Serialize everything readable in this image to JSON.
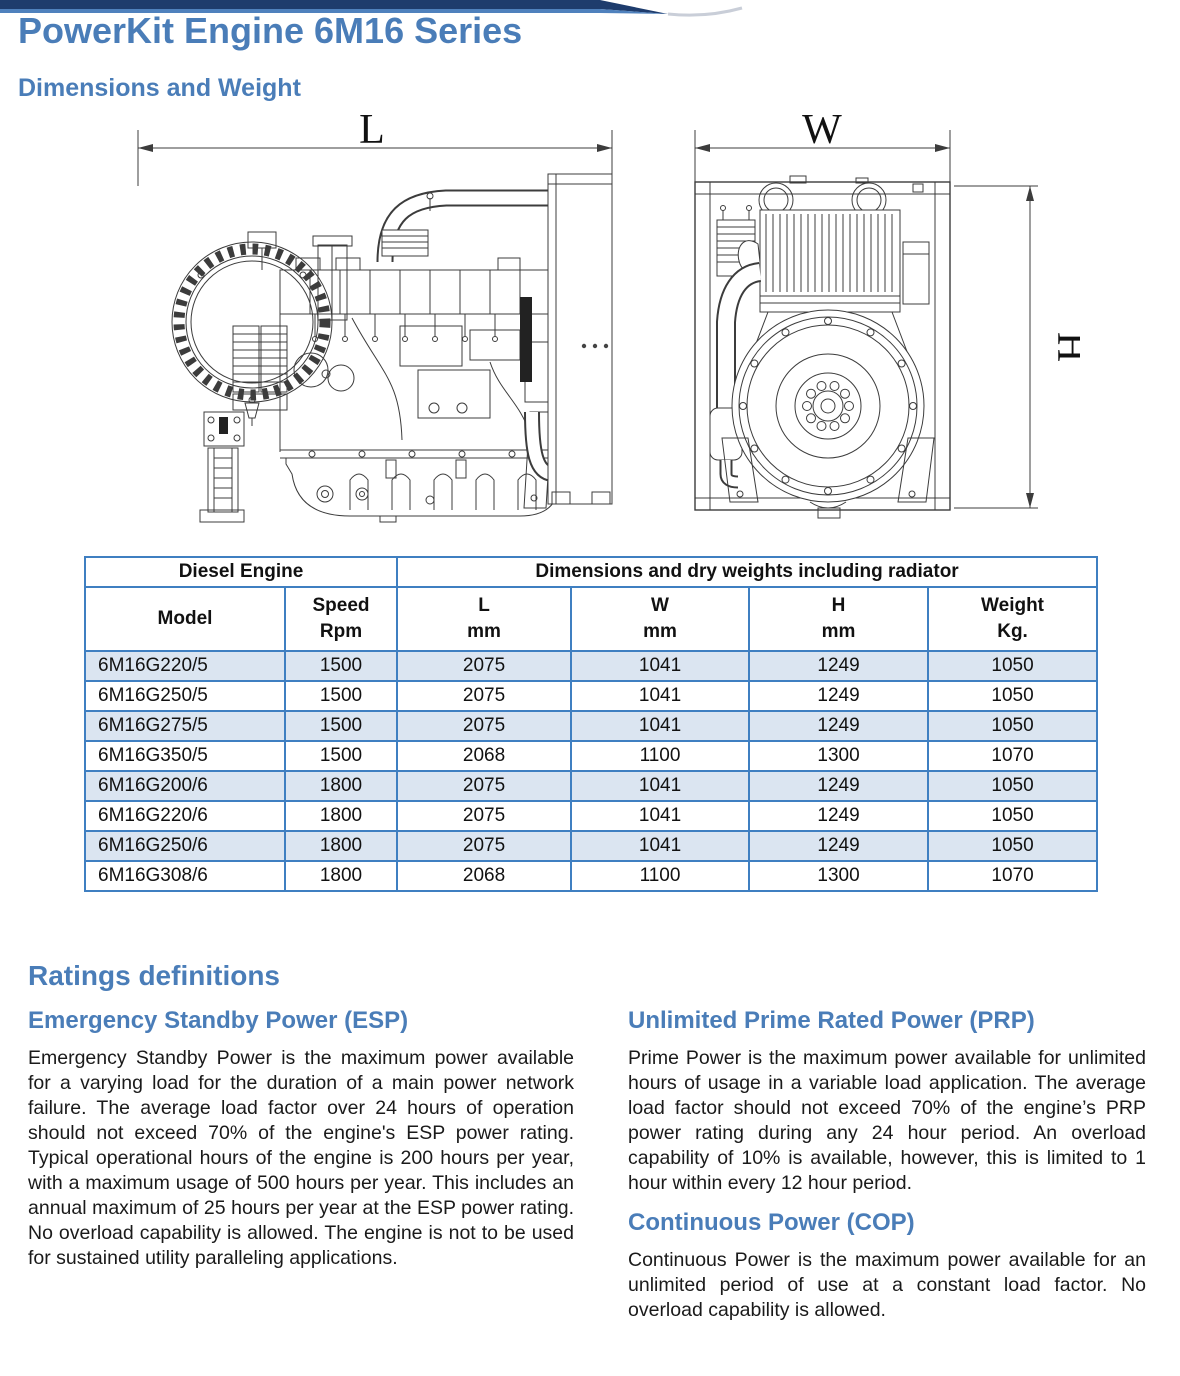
{
  "page": {
    "title": "PowerKit Engine 6M16 Series",
    "subtitle": "Dimensions and Weight"
  },
  "colors": {
    "accent_blue": "#4a7db8",
    "masthead_navy": "#1e3c6d",
    "masthead_blue": "#4f81bd",
    "table_border": "#3f7fc1",
    "row_alt": "#dbe5f1"
  },
  "drawings": {
    "side_view": {
      "dim_label": "L"
    },
    "rear_view": {
      "dim_width_label": "W",
      "dim_height_label": "H"
    }
  },
  "table": {
    "group_headers": {
      "left": "Diesel Engine",
      "right": "Dimensions and dry weights including radiator"
    },
    "columns": [
      {
        "label": "Model",
        "sub": ""
      },
      {
        "label": "Speed",
        "sub": "Rpm"
      },
      {
        "label": "L",
        "sub": "mm"
      },
      {
        "label": "W",
        "sub": "mm"
      },
      {
        "label": "H",
        "sub": "mm"
      },
      {
        "label": "Weight",
        "sub": "Kg."
      }
    ],
    "rows": [
      {
        "model": "6M16G220/5",
        "speed": "1500",
        "l": "2075",
        "w": "1041",
        "h": "1249",
        "weight": "1050"
      },
      {
        "model": "6M16G250/5",
        "speed": "1500",
        "l": "2075",
        "w": "1041",
        "h": "1249",
        "weight": "1050"
      },
      {
        "model": "6M16G275/5",
        "speed": "1500",
        "l": "2075",
        "w": "1041",
        "h": "1249",
        "weight": "1050"
      },
      {
        "model": "6M16G350/5",
        "speed": "1500",
        "l": "2068",
        "w": "1100",
        "h": "1300",
        "weight": "1070"
      },
      {
        "model": "6M16G200/6",
        "speed": "1800",
        "l": "2075",
        "w": "1041",
        "h": "1249",
        "weight": "1050"
      },
      {
        "model": "6M16G220/6",
        "speed": "1800",
        "l": "2075",
        "w": "1041",
        "h": "1249",
        "weight": "1050"
      },
      {
        "model": "6M16G250/6",
        "speed": "1800",
        "l": "2075",
        "w": "1041",
        "h": "1249",
        "weight": "1050"
      },
      {
        "model": "6M16G308/6",
        "speed": "1800",
        "l": "2068",
        "w": "1100",
        "h": "1300",
        "weight": "1070"
      }
    ]
  },
  "ratings": {
    "heading": "Ratings definitions",
    "esp": {
      "title": "Emergency Standby Power (ESP)",
      "body": "Emergency Standby Power is the maximum power available for a varying load for the duration of a main power network failure. The average load factor over 24 hours of operation should not exceed 70% of the engine's ESP power rating. Typical operational hours of the engine is 200 hours per year, with a maximum usage of 500 hours per year. This includes an annual maximum of 25 hours per year at the ESP power rating. No overload capability is allowed. The engine is not to be used for sustained utility paralleling applications."
    },
    "prp": {
      "title": "Unlimited Prime Rated Power (PRP)",
      "body": "Prime Power is the maximum power available for unlimited hours of usage in a variable load application. The average load factor should not exceed 70% of the engine’s PRP power rating during any 24 hour period. An overload capability of 10% is available, however, this is limited to 1 hour within every 12 hour period."
    },
    "cop": {
      "title": "Continuous Power (COP)",
      "body": "Continuous Power is the maximum power available for an unlimited period of use at a constant load factor. No overload capability is allowed."
    }
  }
}
